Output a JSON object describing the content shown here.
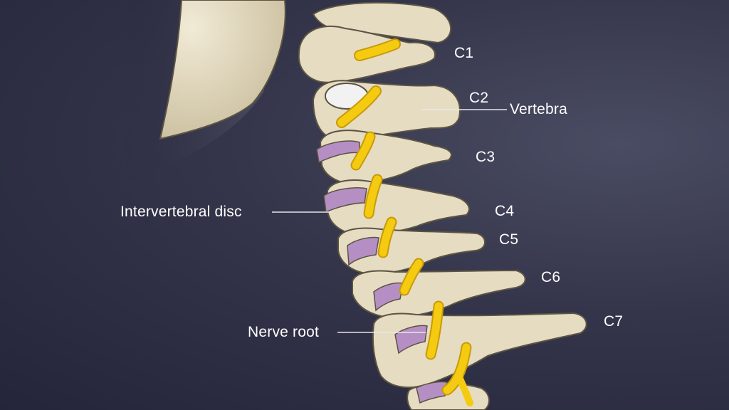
{
  "labels": {
    "c1": "C1",
    "c2": "C2",
    "c3": "C3",
    "c4": "C4",
    "c5": "C5",
    "c6": "C6",
    "c7": "C7",
    "vertebra": "Vertebra",
    "intervertebral_disc": "Intervertebral disc",
    "nerve_root": "Nerve root"
  },
  "colors": {
    "background": "#2c2d42",
    "bone": "#e6dcc2",
    "bone_shadow": "#b9ac8c",
    "outline": "#5c5443",
    "disc": "#b58fc4",
    "nerve": "#f4cb10",
    "nerve_dark": "#c89a08",
    "leader_line": "#e6e6e6"
  }
}
